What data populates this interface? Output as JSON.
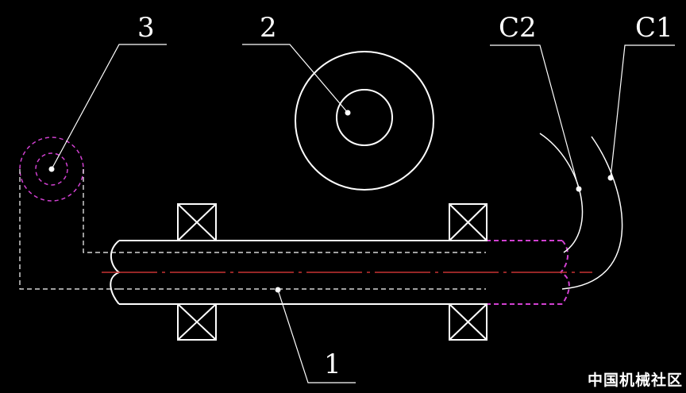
{
  "labels": {
    "callout_1": "1",
    "callout_2": "2",
    "callout_3": "3",
    "callout_c1": "C1",
    "callout_c2": "C2"
  },
  "watermark": "中国机械社区",
  "colors": {
    "background": "#000000",
    "lines": "#ffffff",
    "hidden_outline": "#d040d0",
    "centerline": "#c83232"
  }
}
